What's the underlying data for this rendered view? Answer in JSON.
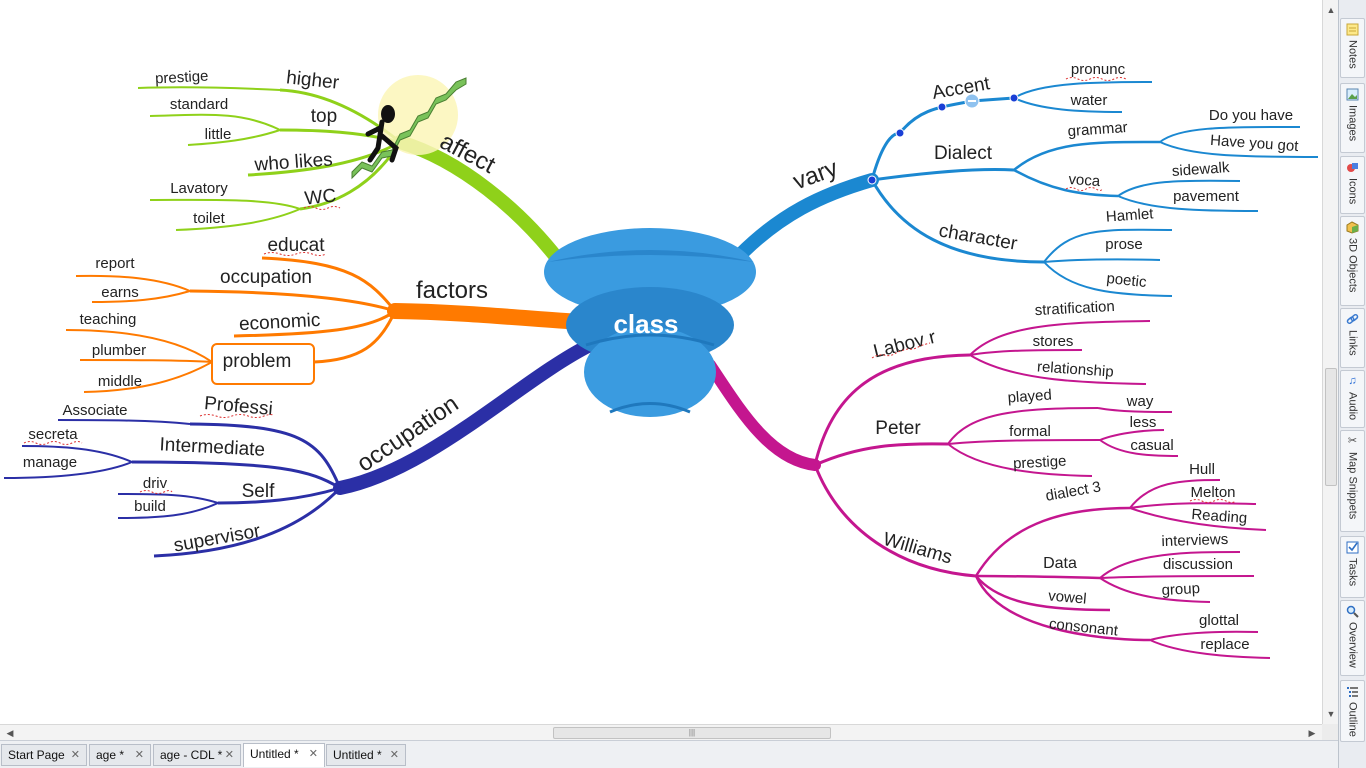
{
  "mindmap": {
    "central": "class",
    "branches": {
      "affect": {
        "label": "affect",
        "color": "#8fd11a",
        "subs": [
          "higher",
          "top",
          "who likes",
          "WC"
        ],
        "leaves": [
          "prestige",
          "standard",
          "little",
          "Lavatory",
          "toilet"
        ]
      },
      "factors": {
        "label": "factors",
        "color": "#ff7a00",
        "subs": [
          "educat",
          "occupation",
          "economic",
          "problem"
        ],
        "leaves": [
          "report",
          "earns",
          "teaching",
          "plumber",
          "middle"
        ]
      },
      "occupation": {
        "label": "occupation",
        "color": "#2b2fa6",
        "subs": [
          "Professi",
          "Intermediate",
          "Self",
          "supervisor"
        ],
        "leaves": [
          "Associate",
          "secreta",
          "manage",
          "driv",
          "build"
        ]
      },
      "vary": {
        "label": "vary",
        "color": "#1b88d1",
        "subs": [
          "Accent",
          "Dialect",
          "character"
        ],
        "mids": [
          "grammar",
          "voca"
        ],
        "leaves": [
          "pronunc",
          "water",
          "Do you have",
          "Have you got",
          "sidewalk",
          "pavement",
          "Hamlet",
          "prose",
          "poetic"
        ]
      },
      "people": {
        "color": "#c4168f",
        "subs": [
          "Labov r",
          "Peter",
          "Williams"
        ],
        "mids": [
          "played",
          "formal",
          "prestige",
          "dialect 3",
          "Data",
          "vowel",
          "consonant"
        ],
        "leaves": [
          "stratification",
          "stores",
          "relationship",
          "way",
          "less",
          "casual",
          "Hull",
          "Melton",
          "Reading",
          "interviews",
          "discussion",
          "group",
          "glottal",
          "replace"
        ]
      }
    }
  },
  "side_panel": {
    "tabs": [
      {
        "label": "Notes",
        "icon": "notes-icon"
      },
      {
        "label": "Images",
        "icon": "images-icon"
      },
      {
        "label": "Icons",
        "icon": "icons-icon"
      },
      {
        "label": "3D Objects",
        "icon": "3d-objects-icon"
      },
      {
        "label": "Links",
        "icon": "links-icon"
      },
      {
        "label": "Audio",
        "icon": "audio-icon"
      },
      {
        "label": "Map Snippets",
        "icon": "scissors-icon"
      },
      {
        "label": "Tasks",
        "icon": "tasks-icon"
      },
      {
        "label": "Overview",
        "icon": "magnifier-icon"
      },
      {
        "label": "Outline",
        "icon": "outline-icon"
      }
    ]
  },
  "document_tabs": [
    {
      "label": "Start Page",
      "active": false
    },
    {
      "label": "age *",
      "active": false
    },
    {
      "label": "age - CDL *",
      "active": false
    },
    {
      "label": "Untitled *",
      "active": true
    },
    {
      "label": "Untitled *",
      "active": false
    }
  ],
  "close_glyph": "✕",
  "scroll_glyphs": {
    "up": "▲",
    "down": "▼",
    "left": "◀",
    "right": "▶",
    "grip": "|||"
  }
}
